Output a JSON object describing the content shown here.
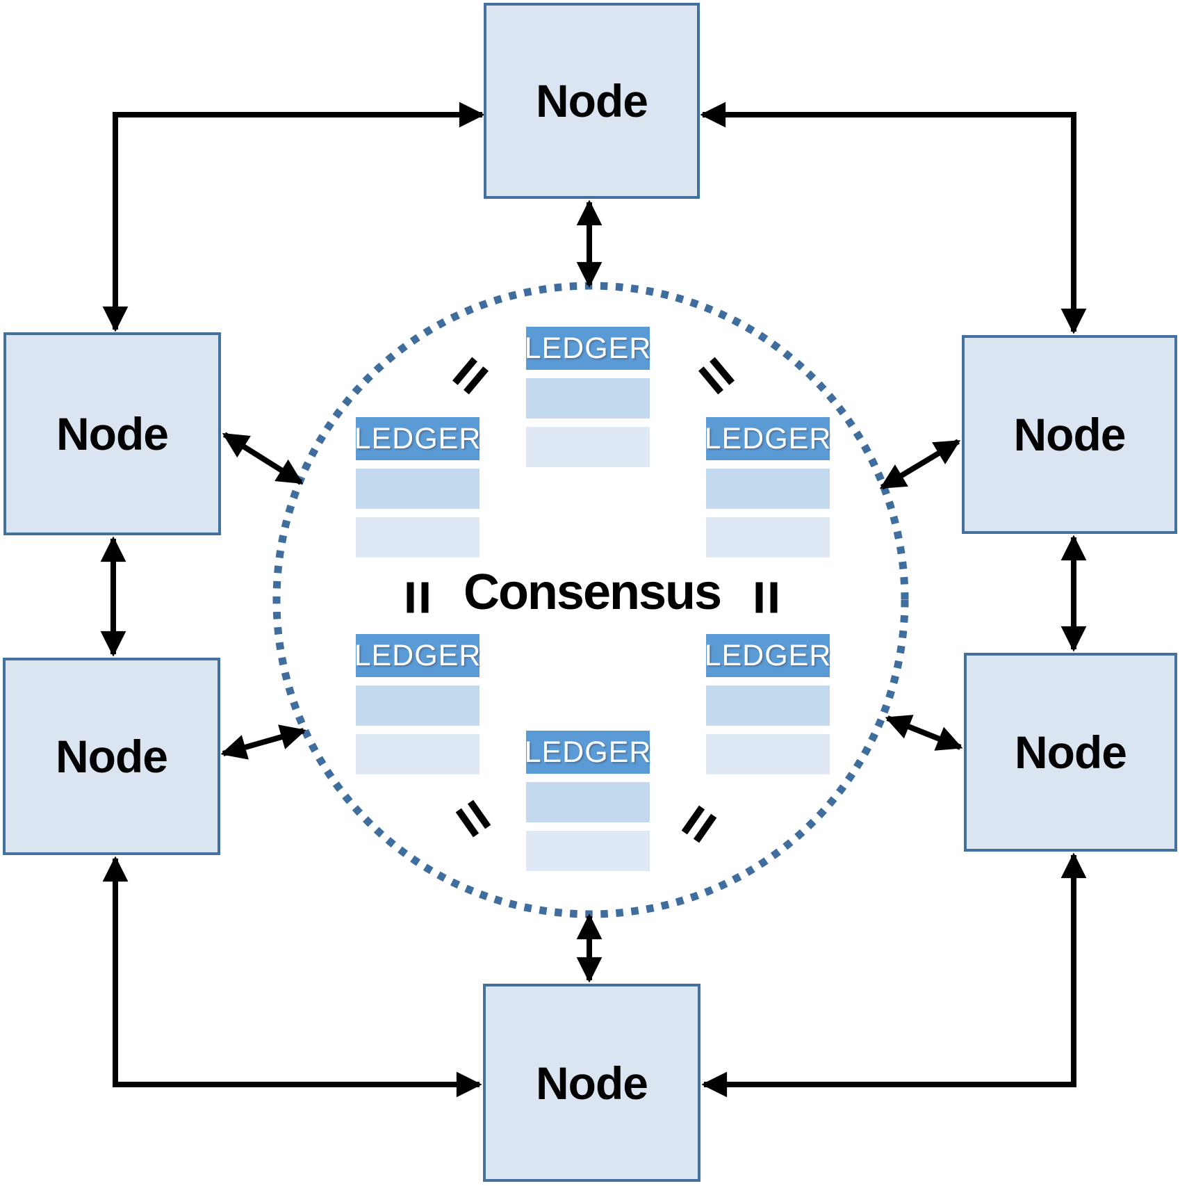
{
  "nodes": {
    "top": {
      "label": "Node"
    },
    "upper_left": {
      "label": "Node"
    },
    "upper_right": {
      "label": "Node"
    },
    "lower_left": {
      "label": "Node"
    },
    "lower_right": {
      "label": "Node"
    },
    "bottom": {
      "label": "Node"
    }
  },
  "consensus": {
    "label": "Consensus"
  },
  "ledgers": {
    "top_center": {
      "header": "LEDGER"
    },
    "upper_left": {
      "header": "LEDGER"
    },
    "upper_right": {
      "header": "LEDGER"
    },
    "lower_left": {
      "header": "LEDGER"
    },
    "lower_right": {
      "header": "LEDGER"
    },
    "bottom_center": {
      "header": "LEDGER"
    }
  },
  "icons": {
    "equals_sign": "=",
    "connector": "double-headed-arrow"
  },
  "colors": {
    "node_fill": "#dbe5f1",
    "node_border": "#44709d",
    "ledger_header": "#5b9bd5",
    "ledger_row_mid": "#c2d9ee",
    "ledger_row_light": "#dfe9f5",
    "circle_dotted": "#3e6d9e",
    "arrow": "#000000",
    "node_text": "#000000",
    "consensus_text": "#000000",
    "ledger_text": "#ffffff"
  }
}
